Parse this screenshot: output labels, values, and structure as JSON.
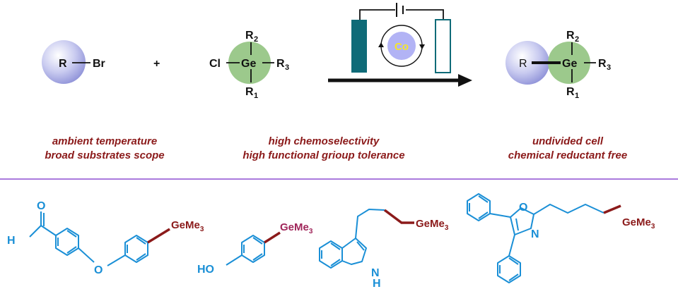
{
  "colors": {
    "accent_red": "#8b1a1a",
    "blue": "#1a8fd6",
    "green_sphere": "#9cc98c",
    "lavender_sphere": "#b7b8e8",
    "cobalt_fill": "#b2b3f5",
    "cobalt_text": "#f5e62c",
    "electrode_dark": "#0f6b78",
    "divider": "#8e4fd2",
    "germanium_label": "#8b1a1a",
    "germanium_label_alt": "#a0265a"
  },
  "reaction": {
    "reactant1": {
      "R": "R",
      "Br": "Br"
    },
    "plus": "+",
    "reactant2": {
      "Cl": "Cl",
      "Ge": "Ge",
      "R2": "R",
      "R2_sub": "2",
      "R3": "R",
      "R3_sub": "3",
      "R1": "R",
      "R1_sub": "1"
    },
    "catalyst": "Co",
    "product": {
      "R": "R",
      "Ge": "Ge",
      "R2": "R",
      "R2_sub": "2",
      "R3": "R",
      "R3_sub": "3",
      "R1": "R",
      "R1_sub": "1"
    }
  },
  "notes": {
    "left": [
      "ambient temperature",
      "broad substrates scope"
    ],
    "middle": [
      "high chemoselectivity",
      "high functional grioup tolerance"
    ],
    "right": [
      "undivided cell",
      "chemical reductant free"
    ]
  },
  "examples": {
    "ex1": {
      "O_aldehyde": "O",
      "H": "H",
      "O_ether": "O",
      "GeMe3": "GeMe",
      "sub3": "3"
    },
    "ex2": {
      "HO": "HO",
      "GeMe3": "GeMe",
      "sub3": "3"
    },
    "ex3": {
      "N": "N",
      "H": "H",
      "GeMe3": "GeMe",
      "sub3": "3"
    },
    "ex4": {
      "O": "O",
      "N": "N",
      "GeMe3": "GeMe",
      "sub3": "3"
    }
  }
}
